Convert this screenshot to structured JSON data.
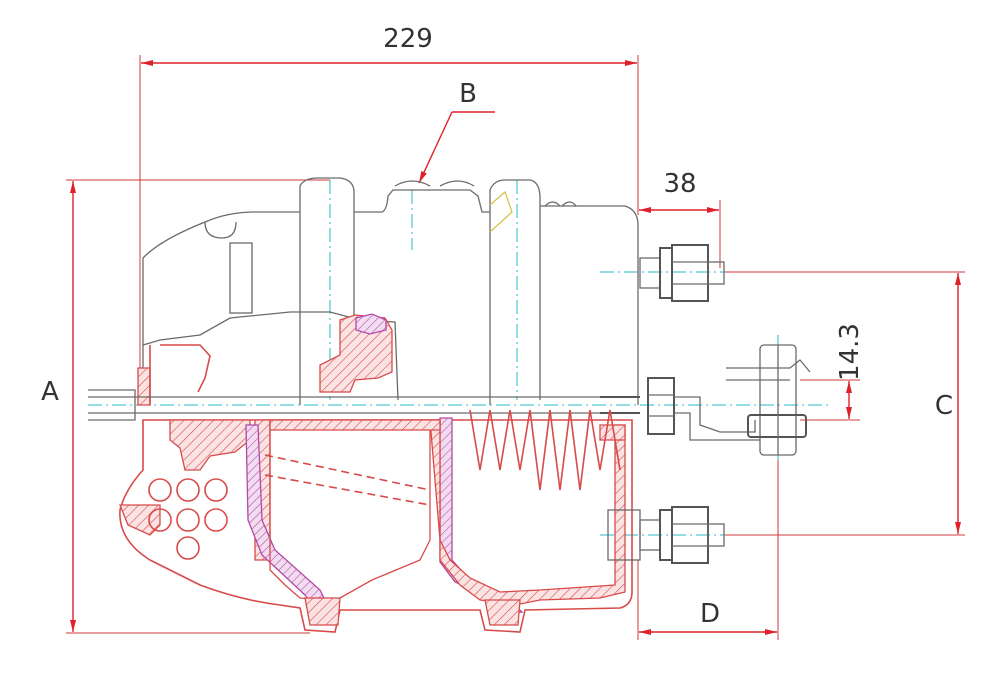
{
  "drawing": {
    "dimensions": {
      "overall_length": "229",
      "rod_offset": "38",
      "rod_height": "14.3"
    },
    "labels": {
      "a": "A",
      "b": "B",
      "c": "C",
      "d": "D"
    },
    "colors": {
      "dimension_line": "#e0202a",
      "section_hatch": "#d84a4a",
      "diaphragm": "#b04aa8",
      "centerline": "#29b9c9",
      "outline": "#6a6a6a"
    }
  }
}
